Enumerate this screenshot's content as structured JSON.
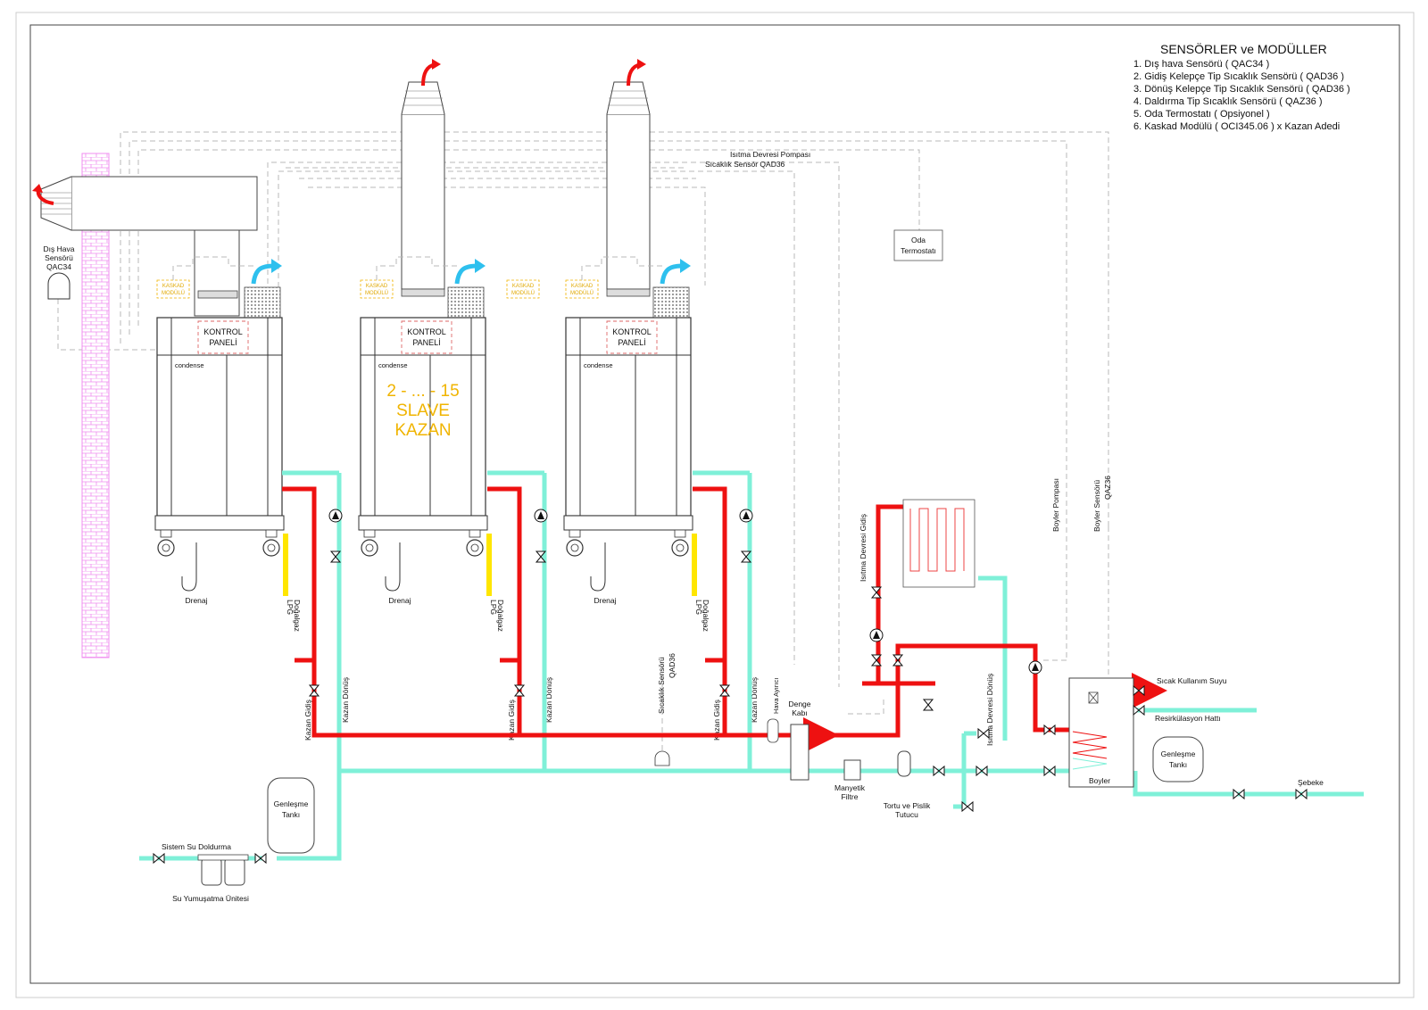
{
  "legend": {
    "title": "SENSÖRLER ve MODÜLLER",
    "items": [
      "1. Dış hava Sensörü ( QAC34 )",
      "2. Gidiş Kelepçe Tip Sıcaklık Sensörü ( QAD36 )",
      "3. Dönüş Kelepçe Tip Sıcaklık Sensörü ( QAD36 )",
      "4. Daldırma Tip Sıcaklık Sensörü ( QAZ36 )",
      "5. Oda Termostatı ( Opsiyonel )",
      "6. Kaskad Modülü ( OCI345.06 ) x Kazan Adedi"
    ]
  },
  "outdoor_sensor": {
    "line1": "Dış Hava",
    "line2": "Sensörü",
    "line3": "QAC34"
  },
  "heating_pump_label": {
    "line1": "Isıtma Devresi Pompası",
    "line2": "Sıcaklık Sensör QAD36"
  },
  "room_thermostat": {
    "line1": "Oda",
    "line2": "Termostatı"
  },
  "boilers": [
    {
      "kaskad_line1": "KASKAD",
      "kaskad_line2": "MODÜLÜ",
      "panel_line1": "KONTROL",
      "panel_line2": "PANELİ",
      "brand": "condense",
      "drain": "Drenaj",
      "gas_line1": "Doğalgaz",
      "gas_line2": "LPG",
      "supply": "Kazan Gidiş",
      "return": "Kazan Dönüş"
    },
    {
      "kaskad_line1": "KASKAD",
      "kaskad_line2": "MODÜLÜ",
      "panel_line1": "KONTROL",
      "panel_line2": "PANELİ",
      "brand": "condense",
      "drain": "Drenaj",
      "gas_line1": "Doğalgaz",
      "gas_line2": "LPG",
      "supply": "Kazan Gidiş",
      "return": "Kazan Dönüş"
    },
    {
      "kaskad_line1": "KASKAD",
      "kaskad_line2": "MODÜLÜ",
      "panel_line1": "KONTROL",
      "panel_line2": "PANELİ",
      "brand": "condense",
      "drain": "Drenaj",
      "gas_line1": "Doğalgaz",
      "gas_line2": "LPG",
      "supply": "Kazan Gidiş",
      "return": "Kazan Dönüş"
    }
  ],
  "extra_kaskad": {
    "line1": "KASKAD",
    "line2": "MODÜLÜ"
  },
  "slave": {
    "line1": "2 - ... - 15",
    "line2": "SLAVE",
    "line3": "KAZAN"
  },
  "temp_sensor": {
    "line1": "Sıcaklık Sensörü",
    "line2": "QAD36"
  },
  "air_separator": "Hava Ayırıcı",
  "balance_tank": {
    "line1": "Denge",
    "line2": "Kabı"
  },
  "heating_supply": "Isıtma Devresi Gidiş",
  "heating_return": "Isıtma Devresi Dönüş",
  "magnetic_filter": {
    "line1": "Manyetik",
    "line2": "Filtre"
  },
  "dirt_separator": {
    "line1": "Tortu ve Pislik",
    "line2": "Tutucu"
  },
  "boiler_pump": "Boyler Pompası",
  "boiler_sensor": {
    "line1": "Boyler Sensörü",
    "line2": "QAZ36"
  },
  "dhw": "Sıcak Kullanım Suyu",
  "recirculation": "Resirkülasyon Hattı",
  "boyler": "Boyler",
  "expansion_tank": {
    "line1": "Genleşme",
    "line2": "Tankı"
  },
  "mains": "Şebeke",
  "system_fill": "Sistem Su Doldurma",
  "softener": "Su Yumuşatma Ünitesi",
  "colors": {
    "hot_pipe": "#ee1111",
    "cold_pipe": "#7ff0d8",
    "gas_pipe": "#ffe600",
    "chimney_wall": "#f08cf0",
    "kaskad": "#f0b400",
    "airflow": "#2ec0ee"
  }
}
